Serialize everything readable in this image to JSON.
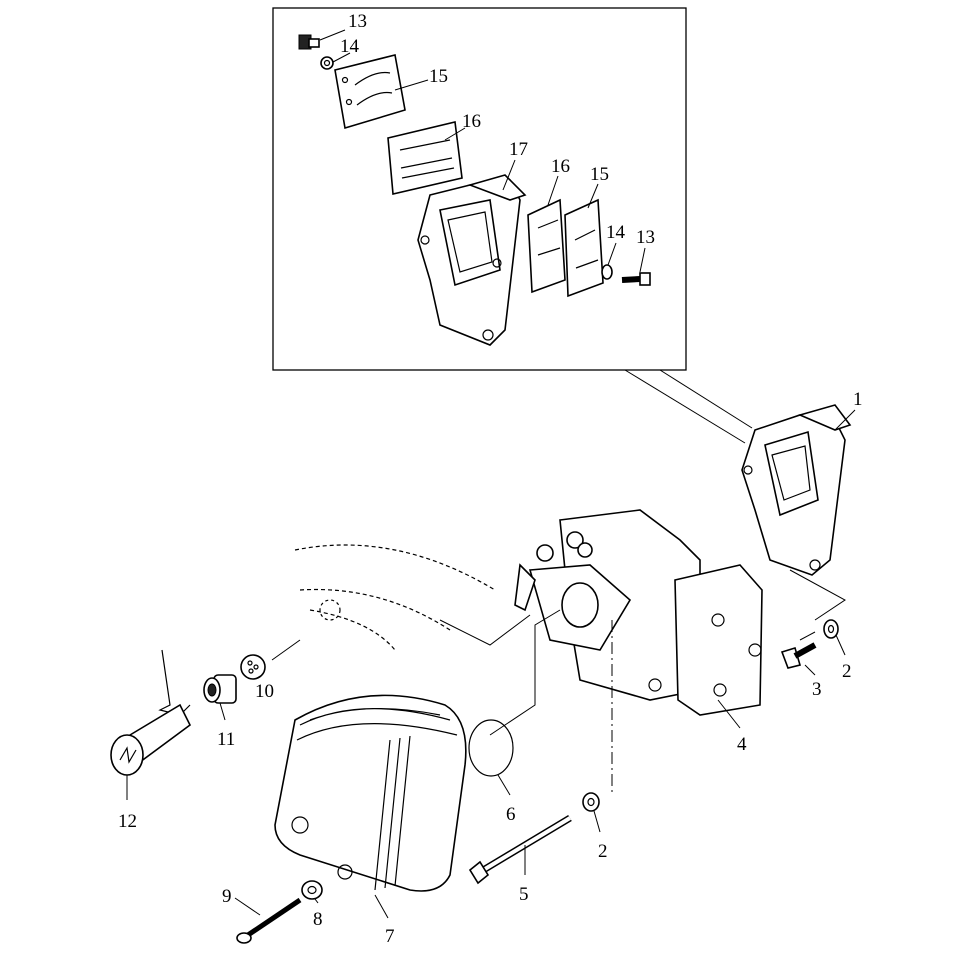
{
  "diagram": {
    "type": "exploded-parts-diagram",
    "callouts": [
      "13",
      "14",
      "15",
      "16",
      "17",
      "16",
      "15",
      "14",
      "13",
      "1",
      "2",
      "3",
      "4",
      "10",
      "11",
      "12",
      "6",
      "2",
      "5",
      "9",
      "8",
      "7"
    ]
  }
}
